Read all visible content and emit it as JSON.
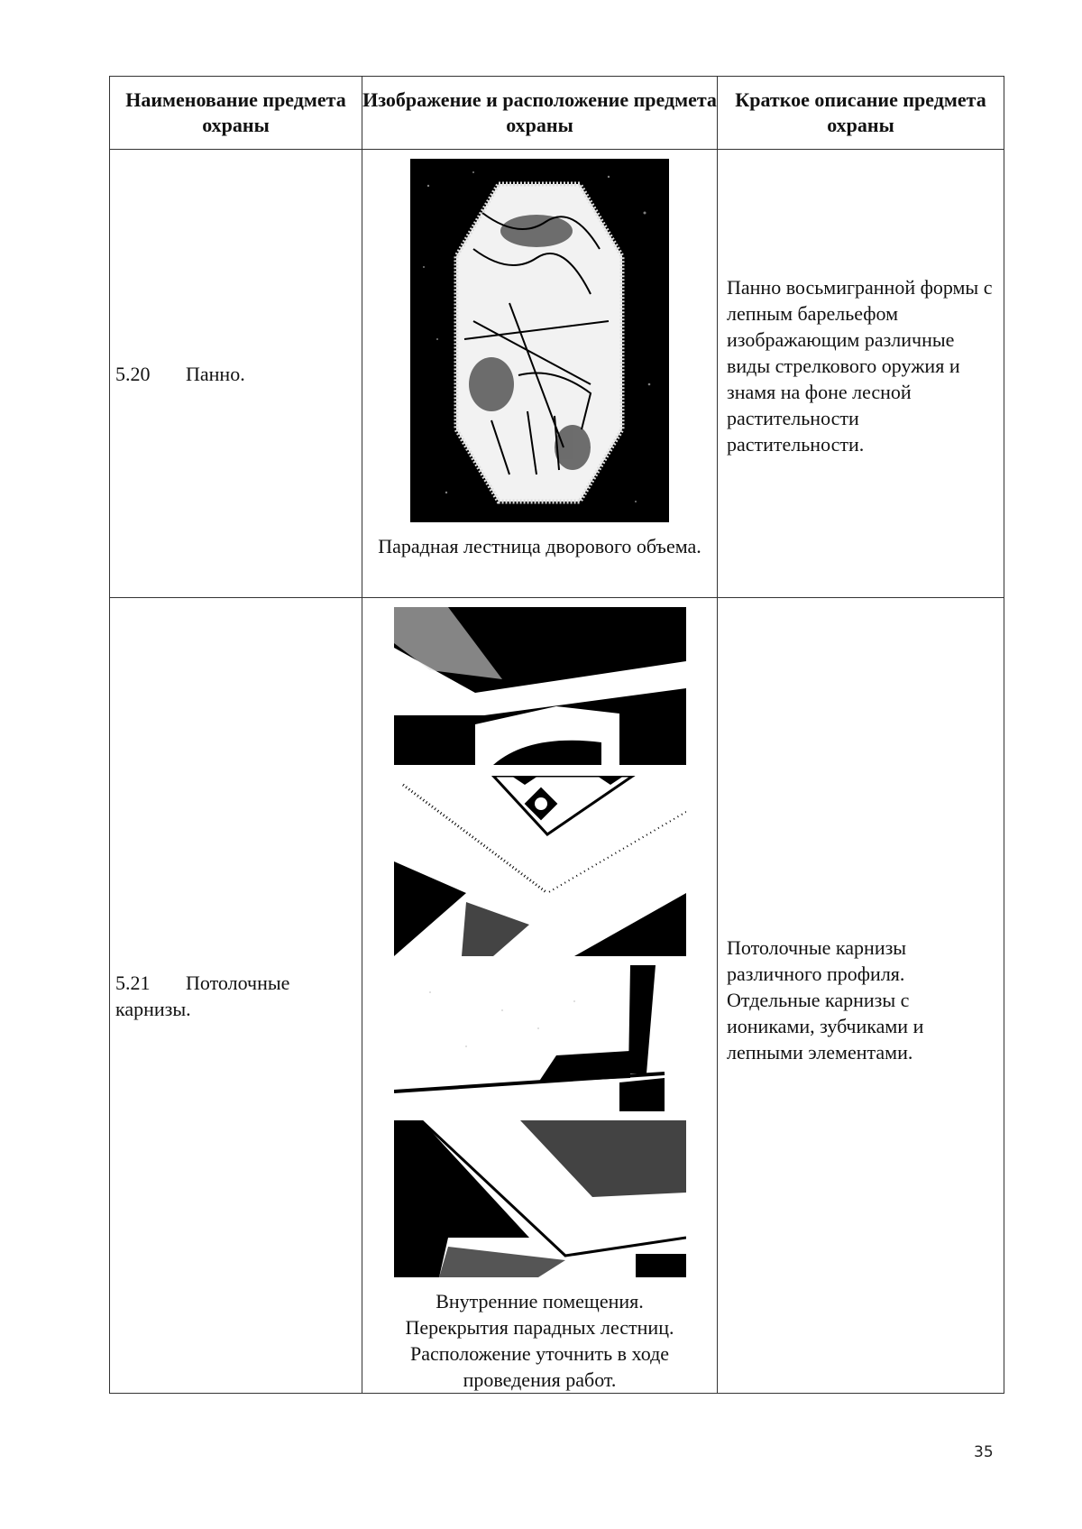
{
  "table": {
    "headers": [
      "Наименование предмета охраны",
      "Изображение и расположение предмета охраны",
      "Краткое описание предмета охраны"
    ],
    "rows": [
      {
        "number": "5.20",
        "name": "Панно.",
        "image_icon": "octagonal-panel-relief-photo",
        "caption": "Парадная лестница дворового объема.",
        "description": "Панно восьмигранной формы с лепным барельефом изображающим различные виды стрелкового оружия и знамя на фоне лесной растительности растительности."
      },
      {
        "number": "5.21",
        "name": "Потолочные карнизы.",
        "image_icons": [
          "ceiling-cornice-photo-1",
          "ceiling-cornice-photo-2",
          "ceiling-cornice-photo-3",
          "ceiling-cornice-photo-4"
        ],
        "caption": "Внутренние помещения. Перекрытия парадных лестниц. Расположение уточнить в ходе проведения работ.",
        "description": "Потолочные карнизы различного профиля. Отдельные карнизы с иониками, зубчиками и лепными элементами."
      }
    ]
  },
  "footer": {
    "page_number": "35"
  }
}
